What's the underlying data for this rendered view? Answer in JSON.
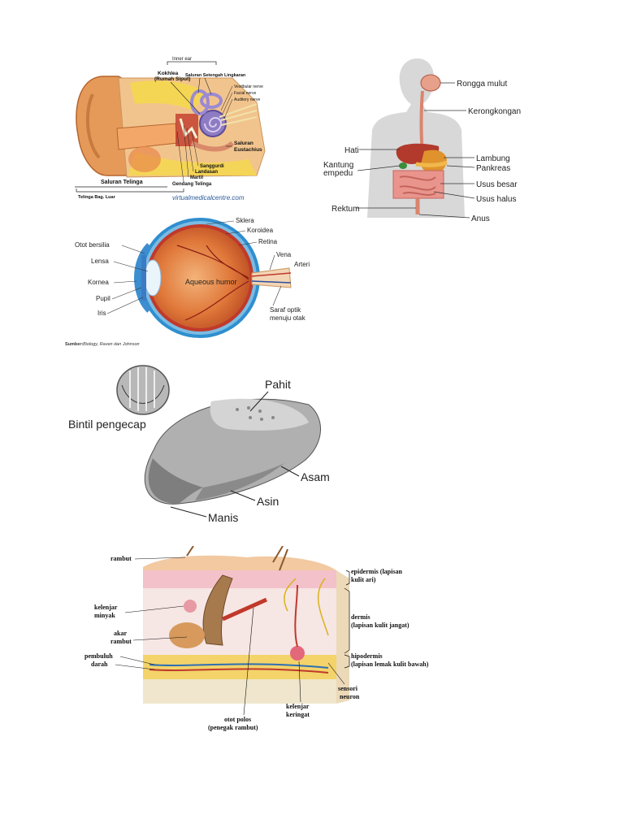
{
  "ear": {
    "inner_ear": "Inner ear",
    "kokhlea_1": "Kokhlea",
    "kokhlea_2": "(Rumah Siput)",
    "saluran_setengah": "Saluran Setengah Lingkaran",
    "vestibular": "Vestibular nerve",
    "facial": "Facial  nerve",
    "auditory": "Auditory nerve",
    "eustachius_1": "Saluran",
    "eustachius_2": "Eustachius",
    "sanggurdi": "Sanggurdi",
    "landasan": "Landasan",
    "martil": "Martil",
    "gendang": "Gendang Telinga",
    "saluran_telinga": "Saluran Telinga",
    "telinga_luar": "Telinga Bag. Luar",
    "credit": "virtualmedicalcentre.com"
  },
  "digestive": {
    "rongga_mulut": "Rongga mulut",
    "kerongkongan": "Kerongkongan",
    "hati": "Hati",
    "lambung": "Lambung",
    "kantung_1": "Kantung",
    "kantung_2": "empedu",
    "pankreas": "Pankreas",
    "usus_besar": "Usus besar",
    "usus_halus": "Usus halus",
    "rektum": "Rektum",
    "anus": "Anus"
  },
  "eye": {
    "sklera": "Sklera",
    "koroidea": "Koroidea",
    "retina": "Retina",
    "vena": "Vena",
    "arteri": "Arteri",
    "otot": "Otot bersilia",
    "lensa": "Lensa",
    "kornea": "Kornea",
    "pupil": "Pupil",
    "iris": "Iris",
    "aqueous": "Aqueous humor",
    "saraf_1": "Saraf optik",
    "saraf_2": "menuju otak",
    "source_label": "Sumber:",
    "source_text": "Biology, Raven dan Johnson"
  },
  "tongue": {
    "pahit": "Pahit",
    "bintil": "Bintil pengecap",
    "asam": "Asam",
    "asin": "Asin",
    "manis": "Manis"
  },
  "skin": {
    "rambut": "rambut",
    "kelenjar_minyak_1": "kelenjar",
    "kelenjar_minyak_2": "minyak",
    "akar_1": "akar",
    "akar_2": "rambut",
    "pembuluh_1": "pembuluh",
    "pembuluh_2": "darah",
    "epidermis_1": "epidermis (lapisan",
    "epidermis_2": "kulit ari)",
    "dermis_1": "dermis",
    "dermis_2": "(lapisan kulit jangat)",
    "hipodermis_1": "hipodermis",
    "hipodermis_2": "(lapisan lemak kulit bawah)",
    "sensori_1": "sensori",
    "sensori_2": "neuron",
    "keringat_1": "kelenjar",
    "keringat_2": "keringat",
    "otot_polos_1": "otot polos",
    "otot_polos_2": "(penegak rambut)"
  }
}
